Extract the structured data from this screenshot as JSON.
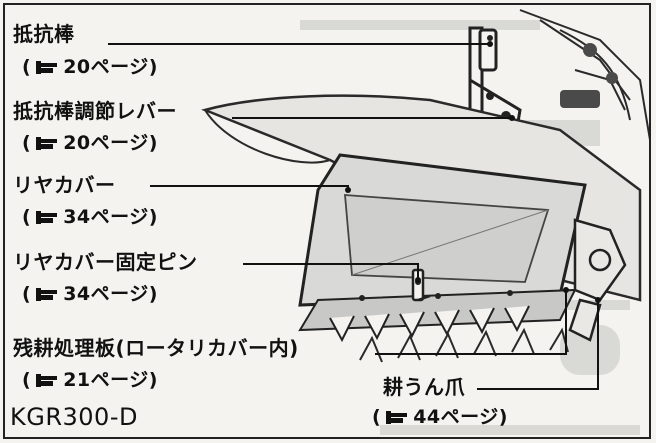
{
  "labels": [
    {
      "name": "抵抗棒",
      "ref_open": "(",
      "ref_page": "20ページ",
      "ref_close": ")"
    },
    {
      "name": "抵抗棒調節レバー",
      "ref_open": "(",
      "ref_page": "20ページ",
      "ref_close": ")"
    },
    {
      "name": "リヤカバー",
      "ref_open": "(",
      "ref_page": "34ページ",
      "ref_close": ")"
    },
    {
      "name": "リヤカバー固定ピン",
      "ref_open": "(",
      "ref_page": "34ページ",
      "ref_close": ")"
    },
    {
      "name": "残耕処理板(ロータリカバー内)",
      "ref_open": "(",
      "ref_page": "21ページ",
      "ref_close": ")"
    },
    {
      "name": "耕うん爪",
      "ref_open": "(",
      "ref_page": "44ページ",
      "ref_close": ")"
    }
  ],
  "model": "KGR300-D",
  "icons": {
    "reference": "pointing-hand-icon"
  },
  "colors": {
    "ink": "#111111",
    "paper": "#f4f3f0",
    "line_art": "#2a2a2a",
    "shade": "#bdbdbd"
  }
}
